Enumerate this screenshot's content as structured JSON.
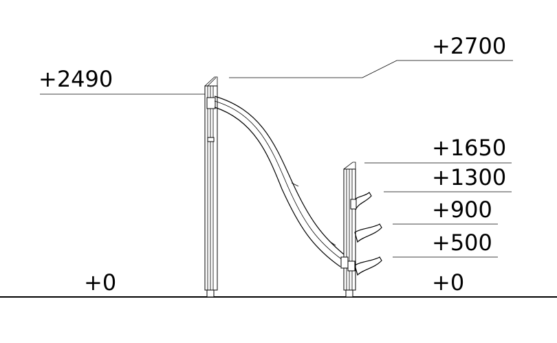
{
  "drawing": {
    "labels": {
      "elev_2700": "+2700",
      "elev_2490": "+2490",
      "elev_1650": "+1650",
      "elev_1300": "+1300",
      "elev_900": "+900",
      "elev_500": "+500",
      "elev_0_left": "+0",
      "elev_0_right": "+0"
    }
  }
}
